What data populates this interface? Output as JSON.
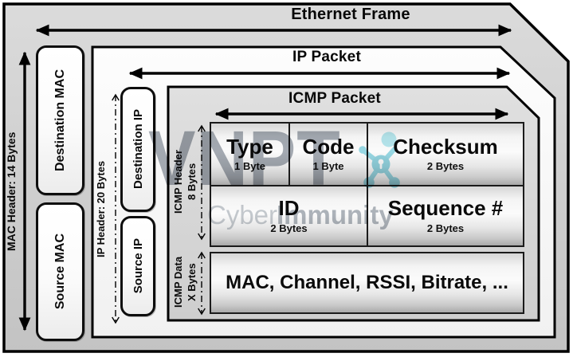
{
  "watermark": {
    "brand": "VNPT",
    "tagline_regular": "Cyber",
    "tagline_bold": "Immunity",
    "accent_color": "#47bed3"
  },
  "ethernet": {
    "title": "Ethernet Frame",
    "header_label": "MAC Header: 14 Bytes",
    "destination": "Destination MAC",
    "source": "Source MAC"
  },
  "ip": {
    "title": "IP Packet",
    "header_label": "IP Header: 20 Bytes",
    "destination": "Destination IP",
    "source": "Source IP"
  },
  "icmp": {
    "title": "ICMP Packet",
    "header_label": {
      "line1": "ICMP Header",
      "line2": "8 Bytes"
    },
    "data_label": {
      "line1": "ICMP Data",
      "line2": "X Bytes"
    },
    "fields": {
      "type": {
        "name": "Type",
        "size": "1 Byte"
      },
      "code": {
        "name": "Code",
        "size": "1 Byte"
      },
      "checksum": {
        "name": "Checksum",
        "size": "2 Bytes"
      },
      "id": {
        "name": "ID",
        "size": "2 Bytes"
      },
      "sequence": {
        "name": "Sequence #",
        "size": "2 Bytes"
      },
      "data": {
        "content": "MAC, Channel, RSSI, Bitrate, ..."
      }
    }
  }
}
